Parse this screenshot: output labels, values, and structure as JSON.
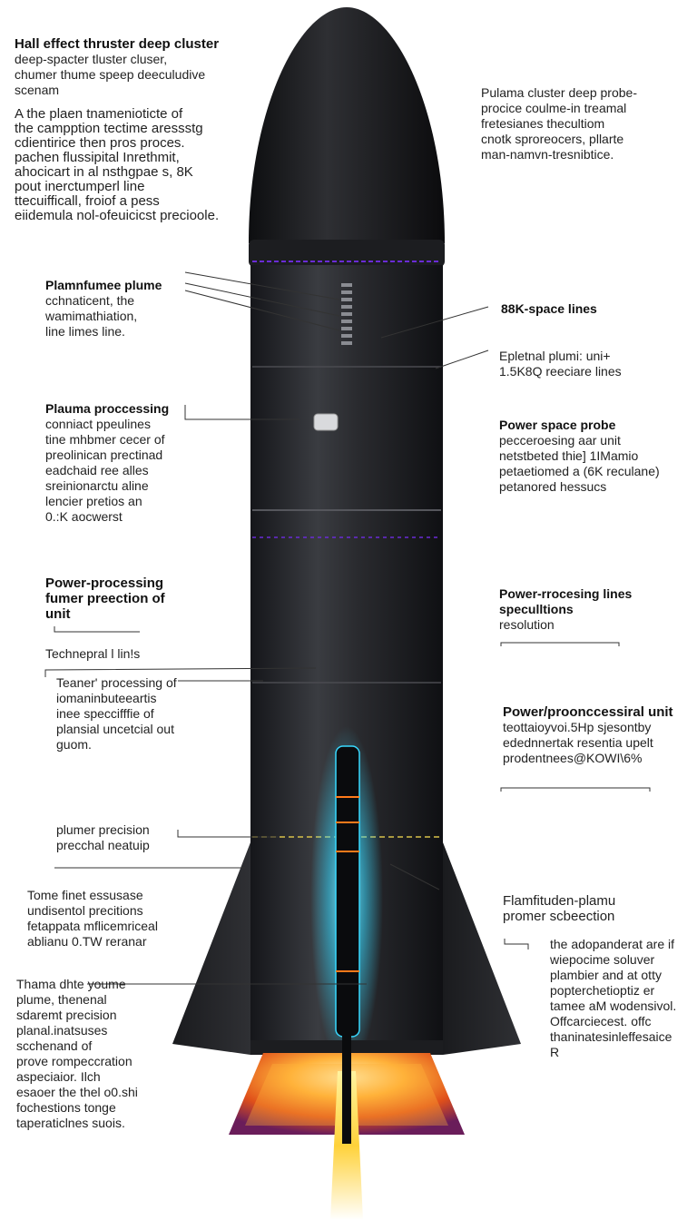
{
  "labels": {
    "l1": {
      "title": "Hall effect thruster deep cluster",
      "body": "deep-spacter tluster cluser,\nchumer thume speep deeculudive\nscenam"
    },
    "l1b": {
      "title": "",
      "body": "A the plaen tnamenioticte of\nthe campption tectime aressstg\ncdientirice then pros proces.\npachen flussipital Inrethmit,\nahocicart in al nsthgpae s, 8K\npout inerctumperl line\nttecuifficall, froiof a pess\neiidemula nol-ofeuicicst precioole."
    },
    "r1": {
      "title": "",
      "body": "Pulama cluster deep probe-\nprocice coulme-in treamal\nfretesianes thecultiom\ncnotk sproreocers, pllarte\nman-namvn-tresnibtice."
    },
    "l2": {
      "title": "Plamnfumee plume",
      "body": "cchnaticent, the\nwamimathiation,\nline limes line."
    },
    "r2": {
      "title": "88K-space lines",
      "body": ""
    },
    "r3": {
      "title": "",
      "body": "Epletnal plumi: uni+\n1.5K8Q reeciare lines"
    },
    "l3": {
      "title": "Plauma proccessing",
      "body": "conniact ppeulines\ntine mhbmer cecer of\npreolinican prectinad\neadchaid ree alles\nsreinionarctu aline\nlencier pretios an\n0.:K aocwerst"
    },
    "r4": {
      "title": "Power space  probe",
      "body": "pecceroesing aar unit\nnetstbeted thie] 1IMamio\npetaetiomed a (6K reculane)\npetanored hessucs"
    },
    "l4": {
      "title": "Power-processing\nfumer preection of\nunit",
      "body": ""
    },
    "r5": {
      "title": "Power-rrocesing lines\nspeculltions",
      "body": "resolution"
    },
    "l5": {
      "title": "",
      "body": "Technepral l lin!s"
    },
    "l6": {
      "title": "",
      "body": "Teaner' processing of\niomaninbuteeartis\ninee speccifffie of\nplansial uncetcial out\nguom."
    },
    "r6": {
      "title": "Power/proonccessiral unit",
      "body": "teottaioyvoi.5Hp sjesontby\nedednnertak resentia upelt\nprodentnees@KOWI\\6%"
    },
    "l7": {
      "title": "",
      "body": "plumer precision\nprecchal neatuip"
    },
    "l8": {
      "title": "",
      "body": "Tome finet essusase\nundisentol precitions\nfetappata mflicemriceal\nablianu 0.TW reranar"
    },
    "r7": {
      "title": "",
      "body": "Flamfituden-plamu\npromer scbeection"
    },
    "l9": {
      "title": "",
      "body": "Thama dhte youme\nplume, thenenal\nsdaremt precision\nplanal.inatsuses\nscchenand of\nprove rompeccration\naspeciaior. Ilch\nesaoer the thel o0.shi\nfochestions tonge\ntaperaticlnes suois."
    },
    "r8": {
      "title": "",
      "body": "the adopanderat are if\nwiepocime soluver\nplambier and at otty\npopterchetioptiz er\ntamee aM wodensivol.\nOffcarciecest. offc\nthaninatesinleffesaice\nR"
    }
  },
  "colors": {
    "body": "#2b2c2f",
    "accent_stripe": "#6a2bd6",
    "glow": "#38d9ff",
    "flame_orange": "#ff7a1a",
    "exhaust_yellow": "#ffd23a"
  }
}
